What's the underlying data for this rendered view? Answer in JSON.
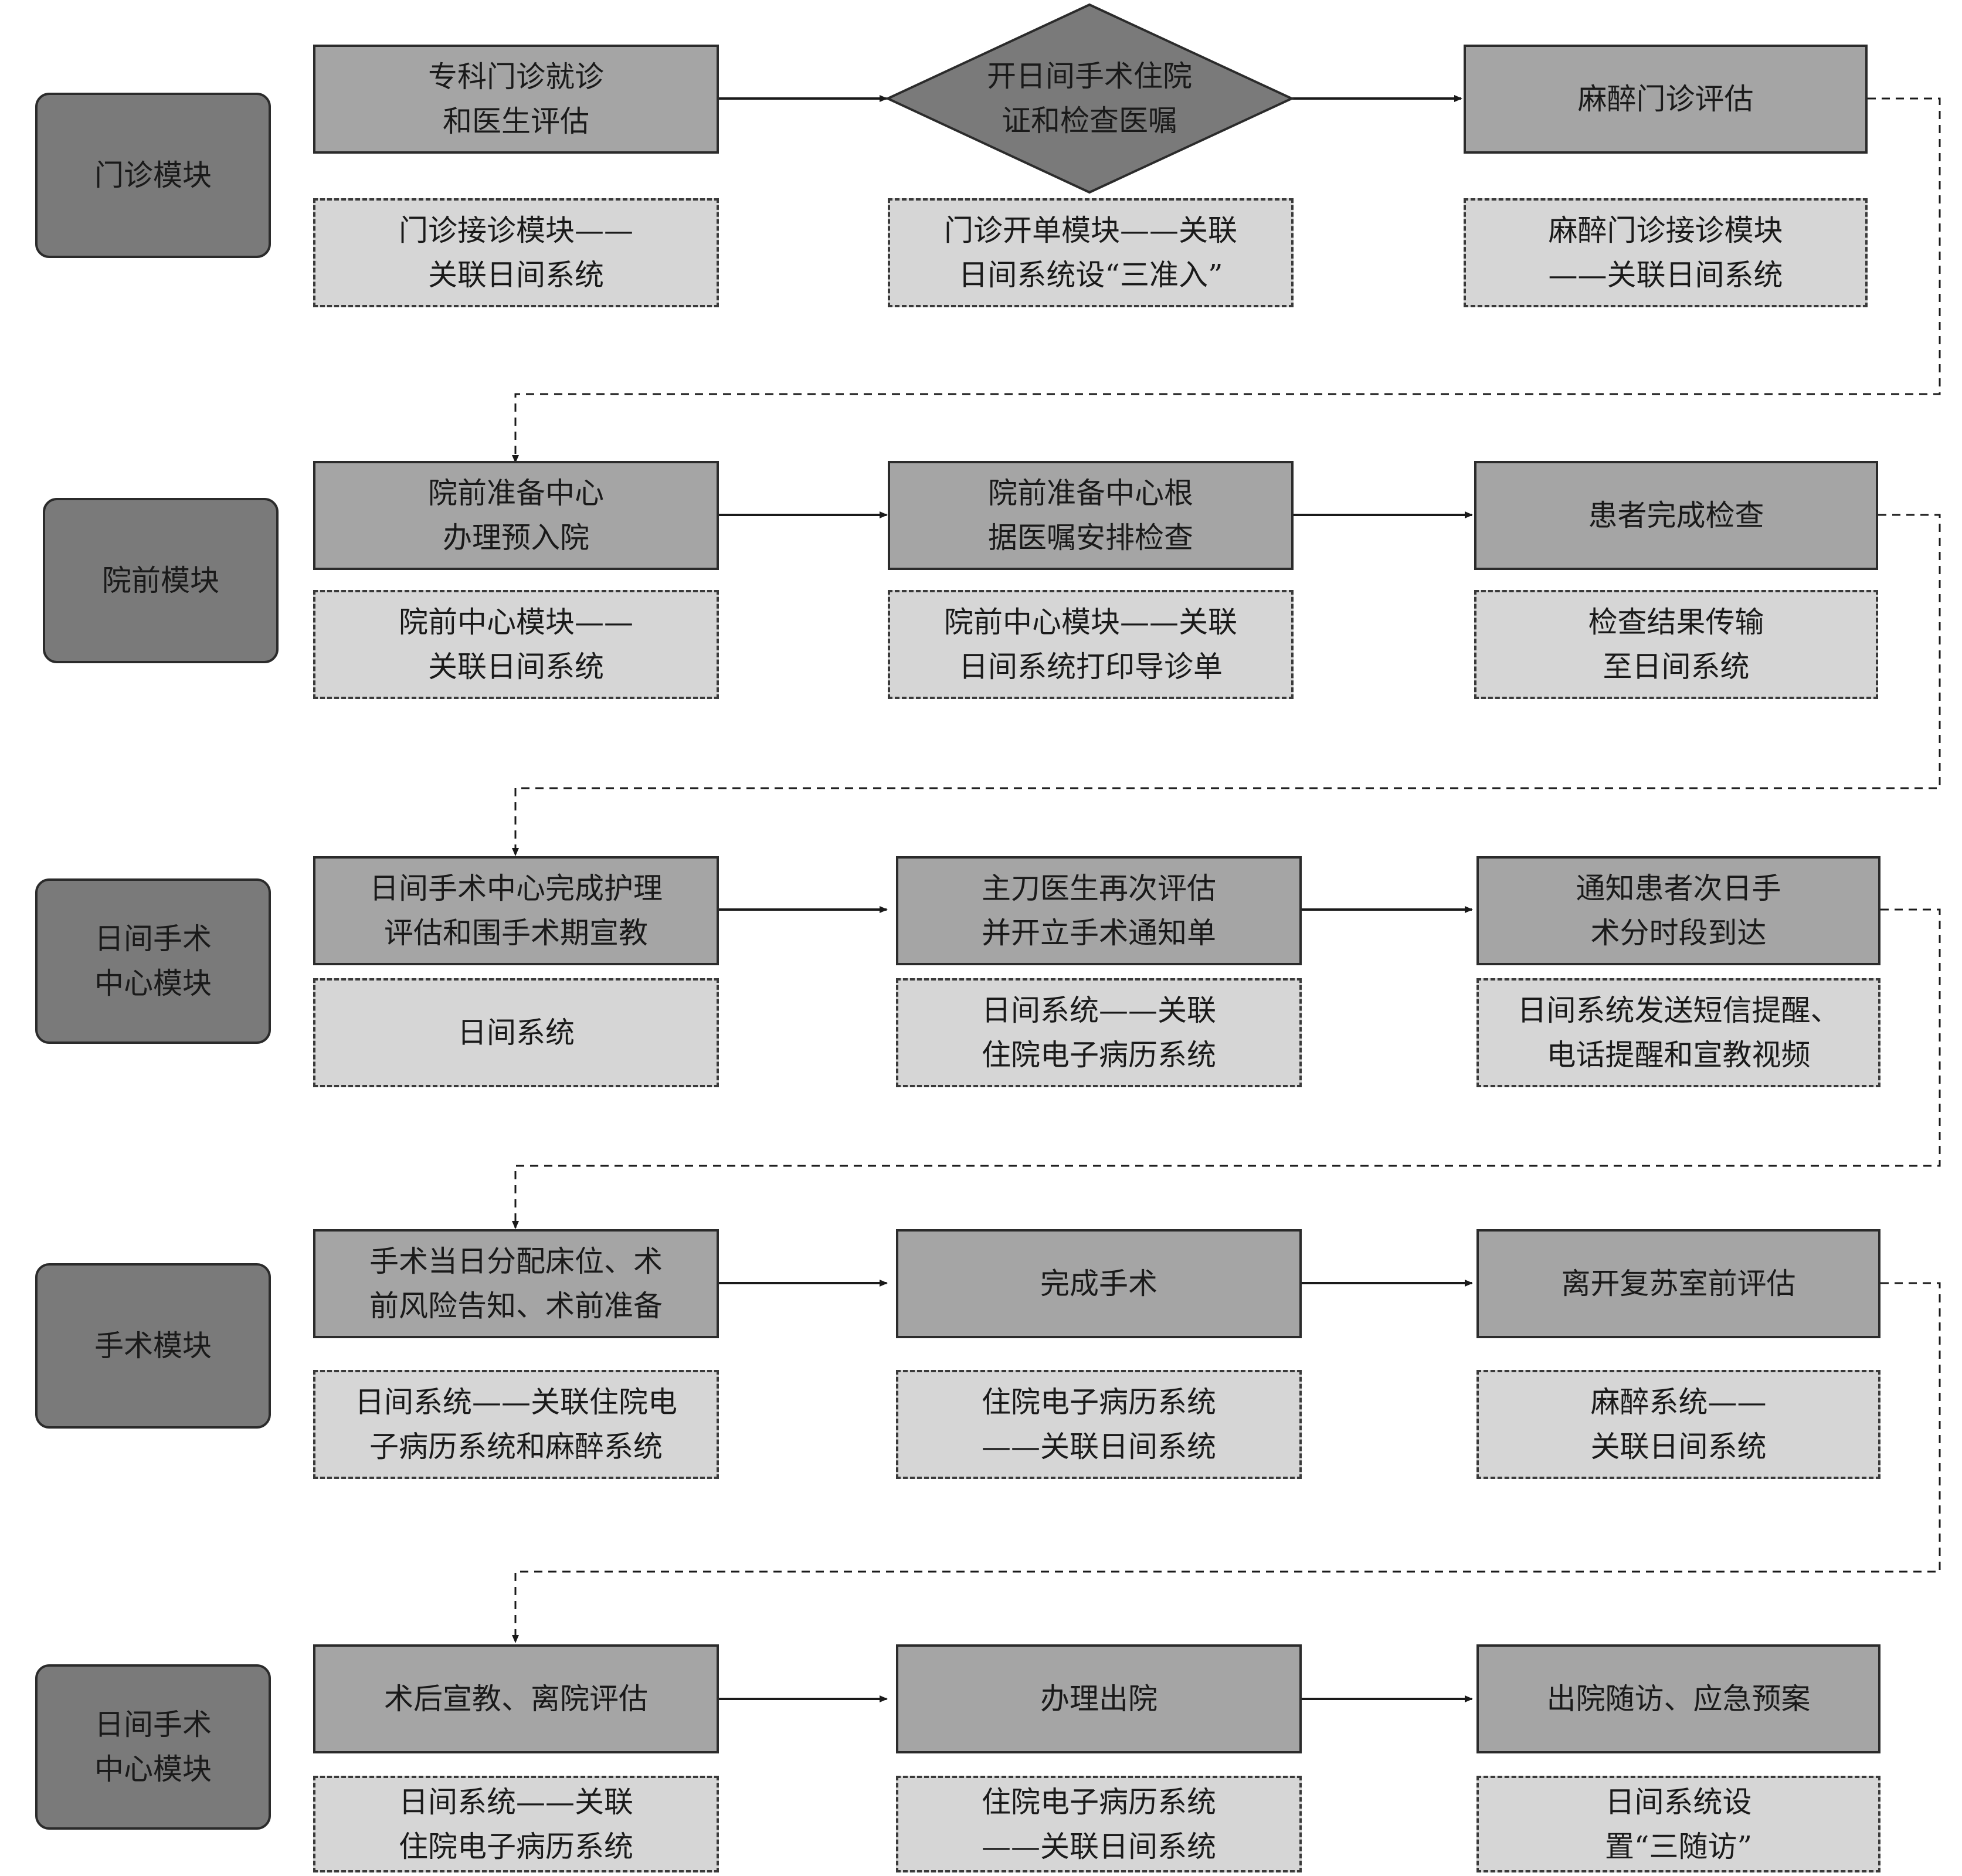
{
  "rows": [
    {
      "module": "门诊模块",
      "steps": [
        "专科门诊就诊\n和医生评估",
        "开日间手术住院\n证和检查医嘱",
        "麻醉门诊评估"
      ],
      "systems": [
        "门诊接诊模块——\n关联日间系统",
        "门诊开单模块——关联\n日间系统设“三准入”",
        "麻醉门诊接诊模块\n——关联日间系统"
      ]
    },
    {
      "module": "院前模块",
      "steps": [
        "院前准备中心\n办理预入院",
        "院前准备中心根\n据医嘱安排检查",
        "患者完成检查"
      ],
      "systems": [
        "院前中心模块——\n关联日间系统",
        "院前中心模块——关联\n日间系统打印导诊单",
        "检查结果传输\n至日间系统"
      ]
    },
    {
      "module": "日间手术\n中心模块",
      "steps": [
        "日间手术中心完成护理\n评估和围手术期宣教",
        "主刀医生再次评估\n并开立手术通知单",
        "通知患者次日手\n术分时段到达"
      ],
      "systems": [
        "日间系统",
        "日间系统——关联\n住院电子病历系统",
        "日间系统发送短信提醒、\n电话提醒和宣教视频"
      ]
    },
    {
      "module": "手术模块",
      "steps": [
        "手术当日分配床位、术\n前风险告知、术前准备",
        "完成手术",
        "离开复苏室前评估"
      ],
      "systems": [
        "日间系统——关联住院电\n子病历系统和麻醉系统",
        "住院电子病历系统\n——关联日间系统",
        "麻醉系统——\n关联日间系统"
      ]
    },
    {
      "module": "日间手术\n中心模块",
      "steps": [
        "术后宣教、离院评估",
        "办理出院",
        "出院随访、应急预案"
      ],
      "systems": [
        "日间系统——关联\n住院电子病历系统",
        "住院电子病历系统\n——关联日间系统",
        "日间系统设\n置“三随访”"
      ]
    }
  ],
  "colors": {
    "module_fill": "#7a7a7a",
    "step_fill": "#a5a5a5",
    "decision_fill": "#7a7a7a",
    "system_fill": "#d6d6d6",
    "border": "#2b2b2b"
  }
}
